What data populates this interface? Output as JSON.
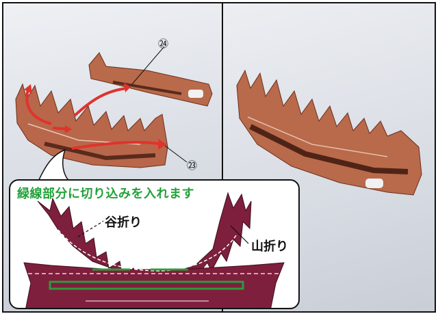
{
  "parts": {
    "part_23": "㉓",
    "part_24": "㉔"
  },
  "callout": {
    "title": "緑線部分に切り込みを入れます",
    "valley_fold": "谷折り",
    "mountain_fold": "山折り"
  },
  "colors": {
    "callout_title": "#22a23a",
    "cut_line": "#2e9a3c",
    "arrow": "#e0332e",
    "part_fill": "#7e1f3d",
    "photo_copper": "#b86a4a"
  },
  "icons": {
    "arrows": "red-curved-arrow-icon",
    "fold_leaders": "leader-line-icon"
  }
}
